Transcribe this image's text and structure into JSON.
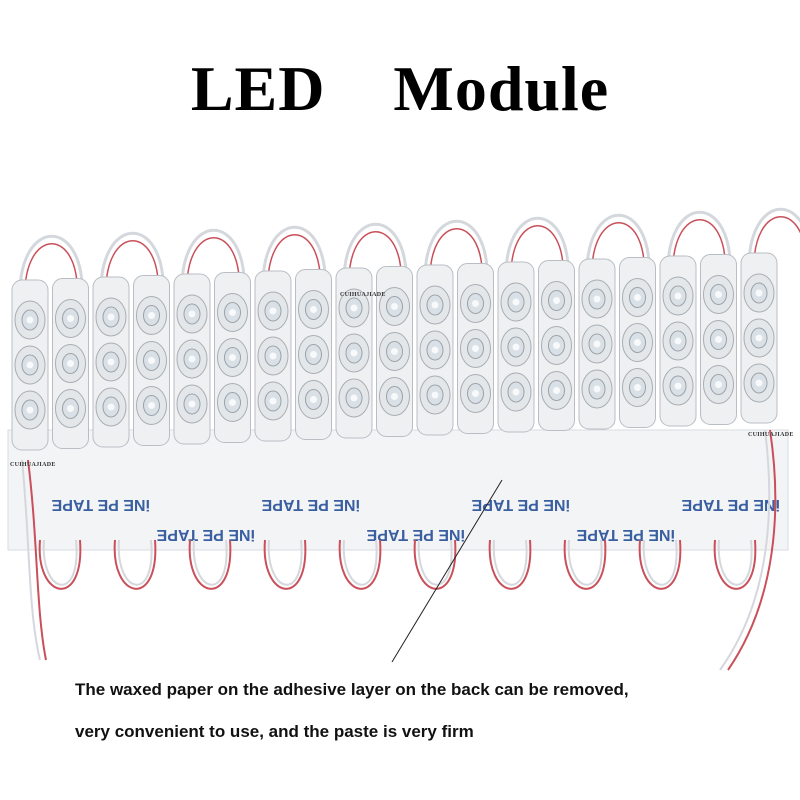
{
  "title": "LED    Module",
  "caption": {
    "line1": "The waxed paper on the adhesive layer on the back can be removed,",
    "line2": "very convenient to use, and the paste is very firm"
  },
  "tape_text": "iNE  PE TAPE",
  "watermarks": [
    "CUIHUAJIADE",
    "CUIHUAJIADE",
    "CUIHUAJIADE"
  ],
  "colors": {
    "module_body": "#eef0f2",
    "led_face": "#d9e0e6",
    "wire_red": "#c9505a",
    "wire_white": "#d4d8dc",
    "tape_print": "#3a5fa0"
  },
  "image_description_icon": "led-module-strip-photo"
}
